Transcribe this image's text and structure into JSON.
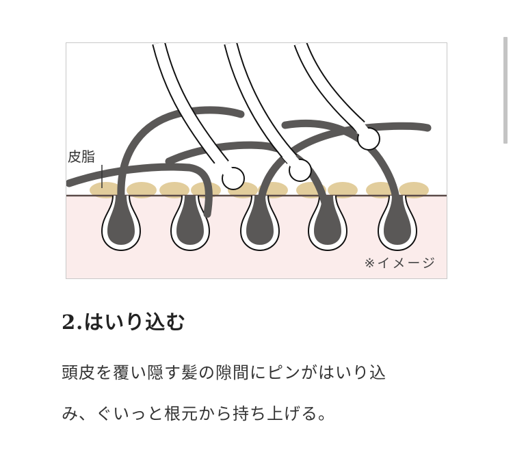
{
  "figure": {
    "sebum_label": "皮脂",
    "image_note": "※イメージ",
    "colors": {
      "skin": "#fbeceb",
      "hair": "#5a5857",
      "sebum": "#e2cd9c",
      "skin_line": "#5a4a48",
      "border": "#c8c8c8"
    }
  },
  "section": {
    "heading": "2.はいり込む",
    "body_lines": [
      "頭皮を覆い隠す髪の隙間にピンがはいり込",
      "み、ぐいっと根元から持ち上げる。"
    ]
  }
}
